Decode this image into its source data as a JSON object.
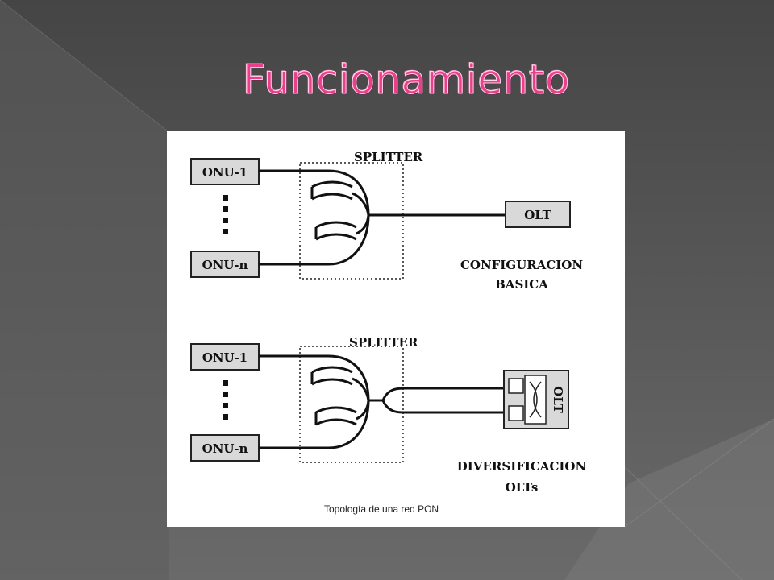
{
  "slide": {
    "title": "Funcionamiento"
  },
  "diagram": {
    "top": {
      "splitter_label": "SPLITTER",
      "onu_first": "ONU-1",
      "onu_last": "ONU-n",
      "olt_label": "OLT",
      "caption_line1": "CONFIGURACION",
      "caption_line2": "BASICA"
    },
    "bottom": {
      "splitter_label": "SPLITTER",
      "onu_first": "ONU-1",
      "onu_last": "ONU-n",
      "olt_label": "OLT",
      "caption_line1": "DIVERSIFICACION",
      "caption_line2": "OLTs"
    },
    "figure_caption": "Topología de una red PON"
  },
  "colors": {
    "title": "#e8408a",
    "background_dark": "#3f3f3f",
    "background_light": "#6e6e6e",
    "box_fill": "#d9d9d9"
  }
}
